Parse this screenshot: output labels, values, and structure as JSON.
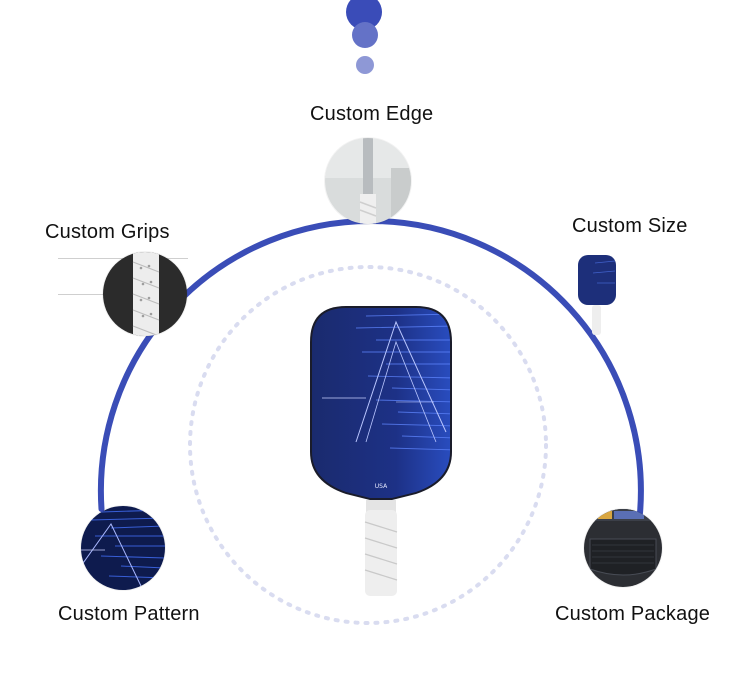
{
  "colors": {
    "ring": "#3a4db7",
    "dot_large": "#3a4cb8",
    "dot_mid": "#6472c7",
    "dot_small": "#8e98d6",
    "dotted_ring": "#d9dcf0",
    "paddle_blue": "#1d2f7a",
    "grip_white": "#eeeeee"
  },
  "features": {
    "edge": "Custom Edge",
    "grips": "Custom Grips",
    "size": "Custom Size",
    "pattern": "Custom Pattern",
    "package": "Custom Package"
  },
  "paddle": {
    "brand_text": "USA"
  },
  "icons": {
    "edge": "paddle-edge-photo",
    "grips": "grip-tape-photo",
    "size": "mini-paddle-photo",
    "pattern": "pattern-closeup-photo",
    "package": "paddle-bag-photo"
  }
}
